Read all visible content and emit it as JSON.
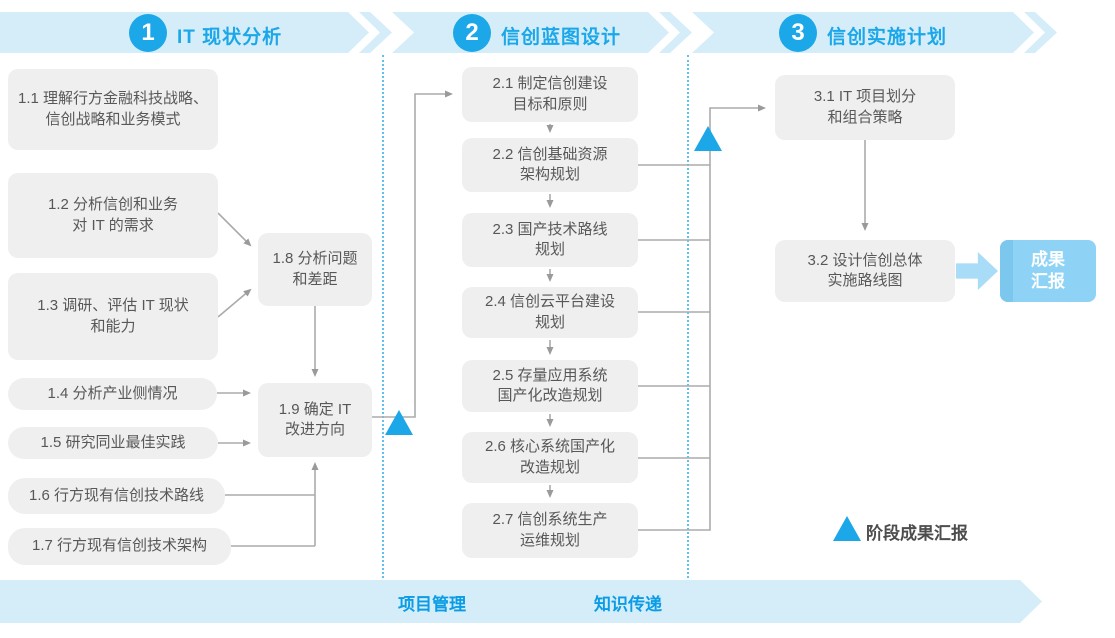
{
  "phases": [
    {
      "number": "1",
      "title": "IT 现状分析"
    },
    {
      "number": "2",
      "title": "信创蓝图设计"
    },
    {
      "number": "3",
      "title": "信创实施计划"
    }
  ],
  "phase1": {
    "b11": "1.1 理解行方金融科技战略、\n信创战略和业务模式",
    "b12": "1.2 分析信创和业务\n对 IT 的需求",
    "b13": "1.3 调研、评估 IT 现状\n和能力",
    "b14": "1.4 分析产业侧情况",
    "b15": "1.5 研究同业最佳实践",
    "b16": "1.6 行方现有信创技术路线",
    "b17": "1.7 行方现有信创技术架构",
    "b18": "1.8 分析问题\n和差距",
    "b19": "1.9 确定 IT\n改进方向"
  },
  "phase2": {
    "b21": "2.1 制定信创建设\n目标和原则",
    "b22": "2.2 信创基础资源\n架构规划",
    "b23": "2.3 国产技术路线\n规划",
    "b24": "2.4 信创云平台建设\n规划",
    "b25": "2.5 存量应用系统\n国产化改造规划",
    "b26": "2.6 核心系统国产化\n改造规划",
    "b27": "2.7 信创系统生产\n运维规划"
  },
  "phase3": {
    "b31": "3.1 IT 项目划分\n和组合策略",
    "b32": "3.2 设计信创总体\n实施路线图"
  },
  "deliverable": {
    "label": "成果\n汇报"
  },
  "legend": {
    "label": "阶段成果汇报"
  },
  "footer": {
    "project": "项目管理",
    "knowledge": "知识传递"
  },
  "colors": {
    "accent_blue": "#1ba7e8",
    "band_blue": "#d5edf9",
    "box_gray": "#efefef",
    "text_gray": "#595757",
    "connector_gray": "#ababab",
    "deliverable_blue": "#8ed3f5",
    "footer_text_blue": "#0a9ce4"
  }
}
